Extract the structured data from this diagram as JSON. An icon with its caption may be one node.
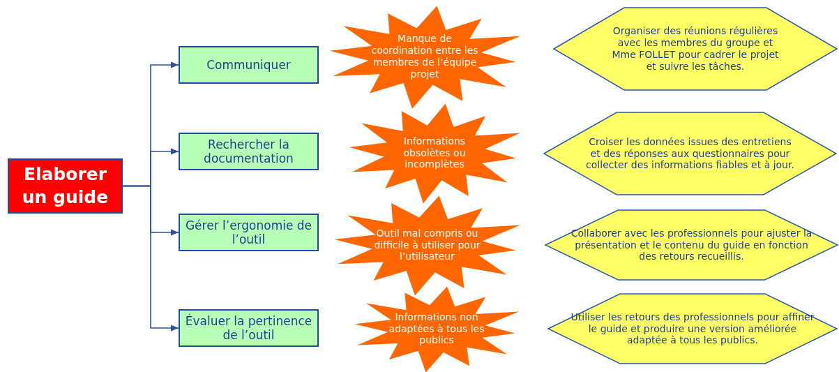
{
  "diagram": {
    "nodes": [
      {
        "text": [
          "Elaborer un guide"
        ]
      },
      {
        "text": [
          "Communiquer"
        ]
      },
      {
        "text": [
          "Rechercher la documentation"
        ]
      },
      {
        "text": [
          "Gérer l’ergonomie de l’outil"
        ]
      },
      {
        "text": [
          "Évaluer la pertinence de l’outil"
        ]
      },
      {
        "text": [
          "Manque de coordination entre les membres de l’équipe projet"
        ]
      },
      {
        "text": [
          "Informations obsolètes ou incomplètes"
        ]
      },
      {
        "text": [
          "Outil mal compris ou difficile à utiliser pour l’utilisateur"
        ]
      },
      {
        "text": [
          "Informations non adaptées à tous les publics"
        ]
      },
      {
        "text": [
          "Organiser des réunions régulières avec les membres du groupe et Mme FOLLET pour cadrer le projet et suivre les tâches."
        ]
      },
      {
        "text": [
          "Croiser les données issues des entretiens et des réponses aux questionnaires pour collecter des informations fiables et à jour."
        ]
      },
      {
        "text": [
          "Collaborer avec les professionnels pour ajuster la présentation et le contenu du guide en fonction des retours recueillis."
        ]
      },
      {
        "text": [
          "Utiliser les retours des professionnels pour affiner le guide et produire une version améliorée adaptée à tous les publics."
        ]
      }
    ],
    "edges": [
      {
        "from": 0,
        "to": 1,
        "arrow": "to"
      },
      {
        "from": 0,
        "to": 2,
        "arrow": "to"
      },
      {
        "from": 0,
        "to": 3,
        "arrow": "to"
      },
      {
        "from": 0,
        "to": 4,
        "arrow": "to"
      }
    ]
  }
}
